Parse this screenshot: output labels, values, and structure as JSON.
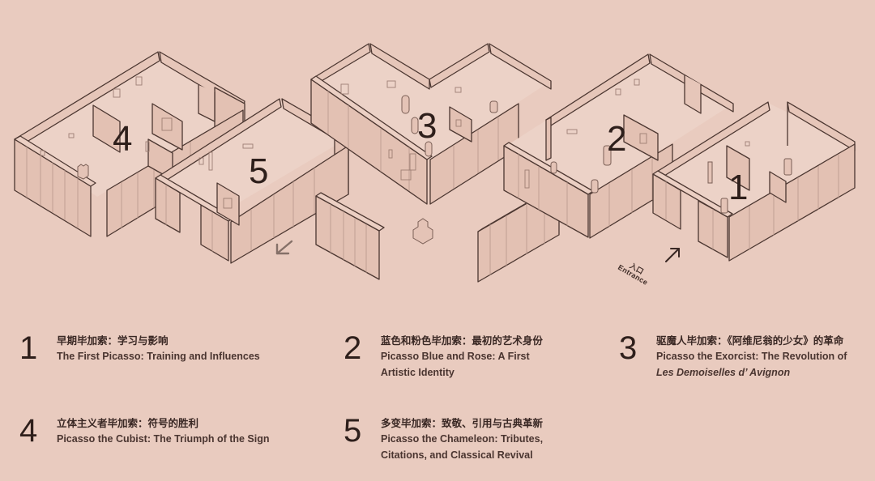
{
  "colors": {
    "background": "#e9cbbf",
    "line": "#4c3731",
    "text": "#3a2824"
  },
  "map": {
    "rooms": [
      {
        "number": "1"
      },
      {
        "number": "2"
      },
      {
        "number": "3"
      },
      {
        "number": "4"
      },
      {
        "number": "5"
      }
    ],
    "entrance": {
      "label_cn": "入口",
      "label_en": "Entrance",
      "arrow_icon": "arrow-up-right"
    },
    "exit": {
      "arrow_icon": "arrow-down-left"
    }
  },
  "legend": [
    {
      "number": "1",
      "title_cn": "早期毕加索：学习与影响",
      "title_en": "The First Picasso: Training and Influences",
      "title_en_italic": ""
    },
    {
      "number": "2",
      "title_cn": "蓝色和粉色毕加索：最初的艺术身份",
      "title_en": "Picasso Blue and Rose: A First Artistic Identity",
      "title_en_italic": ""
    },
    {
      "number": "3",
      "title_cn": "驱魔人毕加索：《阿维尼翁的少女》的革命",
      "title_en": "Picasso the Exorcist: The Revolution of",
      "title_en_italic": "Les Demoiselles d’ Avignon"
    },
    {
      "number": "4",
      "title_cn": "立体主义者毕加索：符号的胜利",
      "title_en": "Picasso the Cubist: The Triumph of the Sign",
      "title_en_italic": ""
    },
    {
      "number": "5",
      "title_cn": "多变毕加索：致敬、引用与古典革新",
      "title_en": "Picasso the Chameleon: Tributes, Citations, and Classical Revival",
      "title_en_italic": ""
    }
  ]
}
